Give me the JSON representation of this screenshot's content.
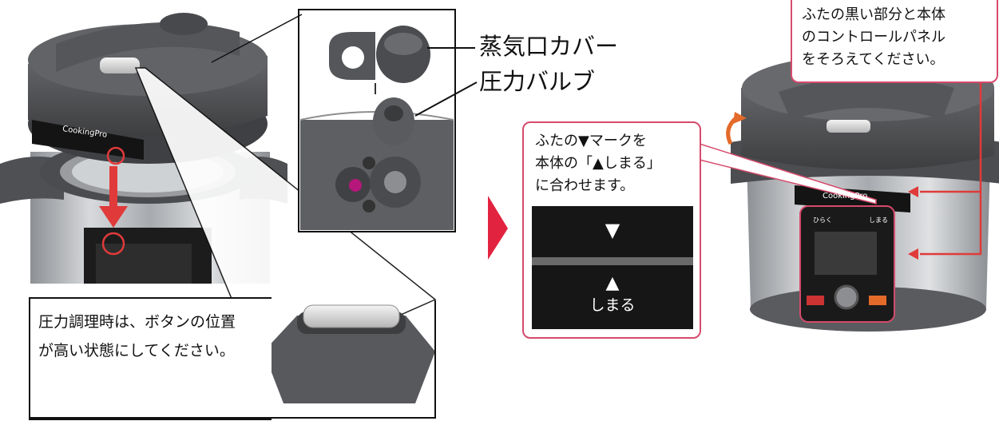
{
  "labels": {
    "steam_cover": "蒸気口カバー",
    "pressure_valve": "圧力バルブ"
  },
  "callouts": {
    "button_note_line1": "圧力調理時は、ボタンの位置",
    "button_note_line2": "が高い状態にしてください。",
    "align_note_line1": "ふたの▼マークを",
    "align_note_line2": "本体の「▲しまる」",
    "align_note_line3": "に合わせます。",
    "match_note_line1": "ふたの黒い部分と本体",
    "match_note_line2": "のコントロールパネル",
    "match_note_line3": "をそろえてください。"
  },
  "marks": {
    "lid_mark": "▼",
    "body_mark": "▲",
    "close_text": "しまる"
  },
  "device": {
    "brand": "CookingPro",
    "open_small": "ひらく",
    "close_small": "しまる"
  },
  "colors": {
    "accent_red": "#e2233f",
    "callout_border": "#d64a6c",
    "arrow_red": "#e03a3a",
    "lid_gray": "#5c5d60",
    "steel": "#c9cccf"
  }
}
